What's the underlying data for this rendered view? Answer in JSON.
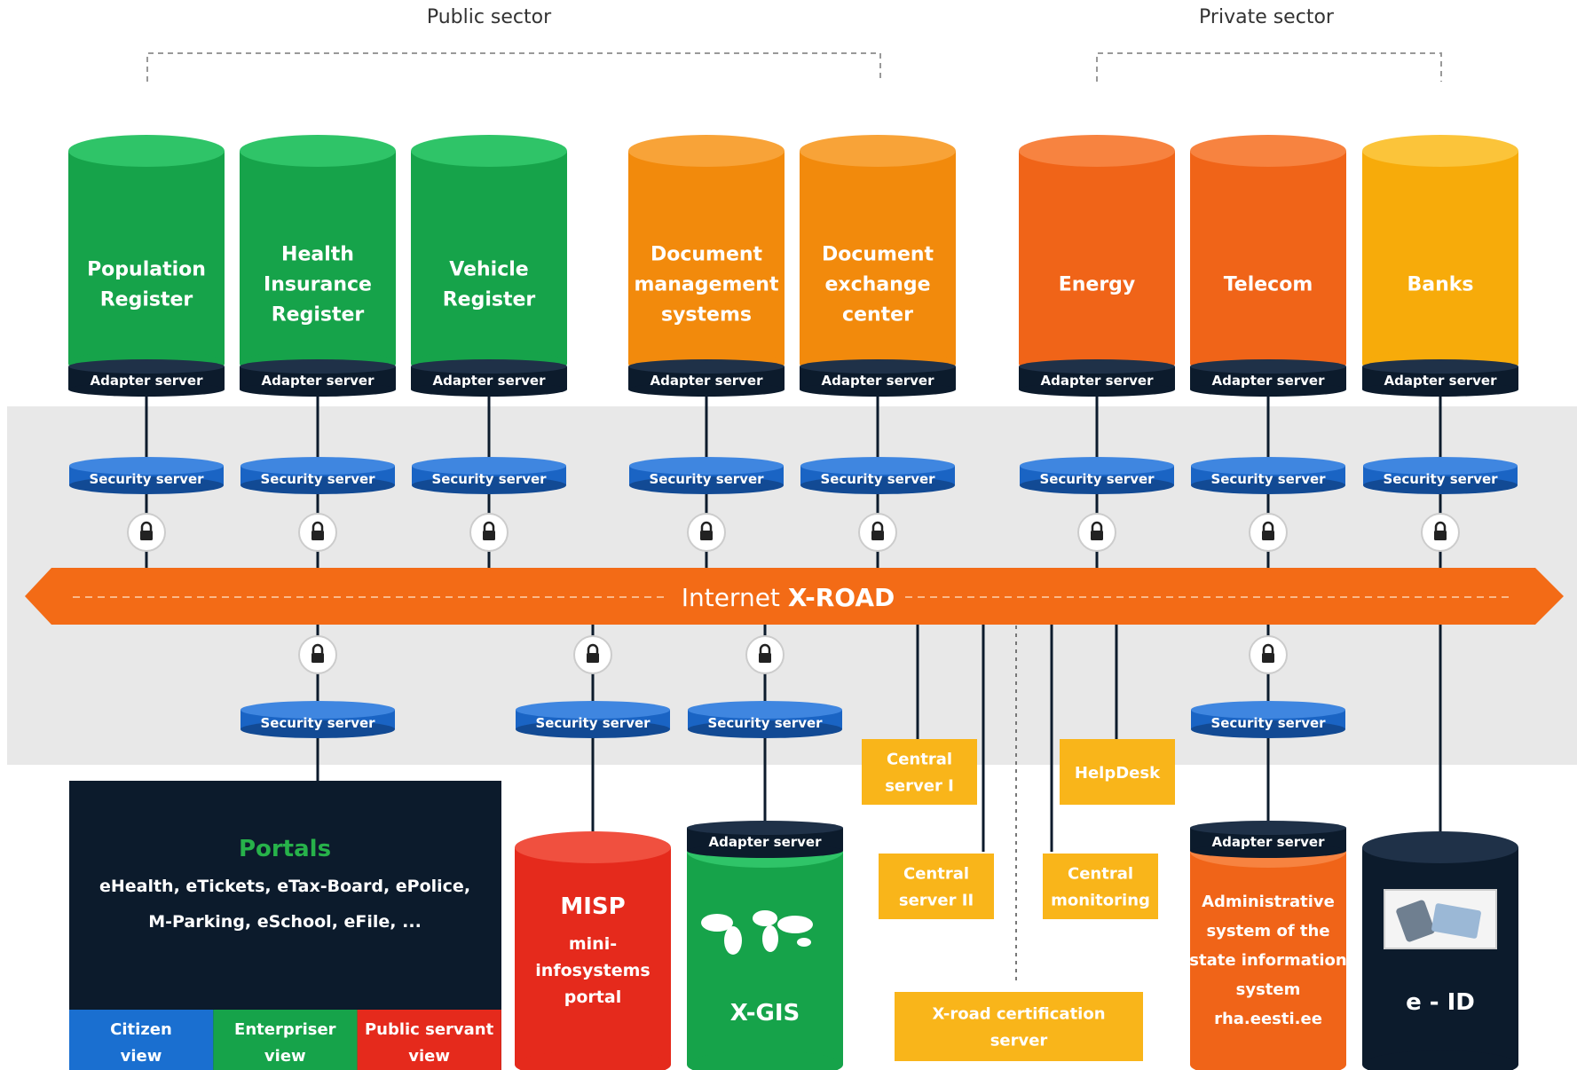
{
  "sectors": {
    "public": "Public sector",
    "private": "Private sector"
  },
  "registries": [
    {
      "id": "population",
      "lines": [
        "Population",
        "Register"
      ],
      "color": "#16a34a",
      "top_color": "#2fc468",
      "adapter": "Adapter server",
      "security": "Security server"
    },
    {
      "id": "health",
      "lines": [
        "Health",
        "Insurance",
        "Register"
      ],
      "color": "#16a34a",
      "top_color": "#2fc468",
      "adapter": "Adapter server",
      "security": "Security server"
    },
    {
      "id": "vehicle",
      "lines": [
        "Vehicle",
        "Register"
      ],
      "color": "#16a34a",
      "top_color": "#2fc468",
      "adapter": "Adapter server",
      "security": "Security server"
    },
    {
      "id": "docmgmt",
      "lines": [
        "Document",
        "management",
        "systems"
      ],
      "color": "#f28a0c",
      "top_color": "#f8a338",
      "adapter": "Adapter server",
      "security": "Security server"
    },
    {
      "id": "docexchange",
      "lines": [
        "Document",
        "exchange",
        "center"
      ],
      "color": "#f28a0c",
      "top_color": "#f8a338",
      "adapter": "Adapter server",
      "security": "Security server"
    },
    {
      "id": "energy",
      "lines": [
        "Energy"
      ],
      "color": "#f06418",
      "top_color": "#f78340",
      "adapter": "Adapter server",
      "security": "Security server"
    },
    {
      "id": "telecom",
      "lines": [
        "Telecom"
      ],
      "color": "#f06418",
      "top_color": "#f78340",
      "adapter": "Adapter server",
      "security": "Security server"
    },
    {
      "id": "banks",
      "lines": [
        "Banks"
      ],
      "color": "#f7ab0a",
      "top_color": "#fbc43a",
      "adapter": "Adapter server",
      "security": "Security server"
    }
  ],
  "xroad": {
    "prefix": "Internet ",
    "name": "X-ROAD",
    "color": "#f36b16"
  },
  "bottom": {
    "security_label": "Security server",
    "adapter_label": "Adapter server",
    "portals": {
      "title": "Portals",
      "line1": "eHealth, eTickets, eTax-Board, ePolice,",
      "line2": "M-Parking, eSchool, eFile, ...",
      "tabs": [
        {
          "lines": [
            "Citizen",
            "view"
          ],
          "color": "#1a6fd0"
        },
        {
          "lines": [
            "Enterpriser",
            "view"
          ],
          "color": "#16a34a"
        },
        {
          "lines": [
            "Public servant",
            "view"
          ],
          "color": "#e52a1c"
        }
      ]
    },
    "misp": {
      "title": "MISP",
      "lines": [
        "mini-",
        "infosystems",
        "portal"
      ],
      "color": "#e52a1c"
    },
    "xgis": {
      "title": "X-GIS",
      "color": "#16a34a"
    },
    "central_server_1": [
      "Central",
      "server I"
    ],
    "central_server_2": [
      "Central",
      "server II"
    ],
    "helpdesk": "HelpDesk",
    "central_monitoring": [
      "Central",
      "monitoring"
    ],
    "certification": [
      "X-road certification",
      "server"
    ],
    "admin": [
      "Administrative",
      "system of the",
      "state information",
      "system",
      "rha.eesti.ee"
    ],
    "eid": "e - ID"
  },
  "colors": {
    "band": "#e8e8e8",
    "navy": "#0c1b2c",
    "security_blue": "#1a64c4",
    "service_box": "#f9b51a"
  }
}
